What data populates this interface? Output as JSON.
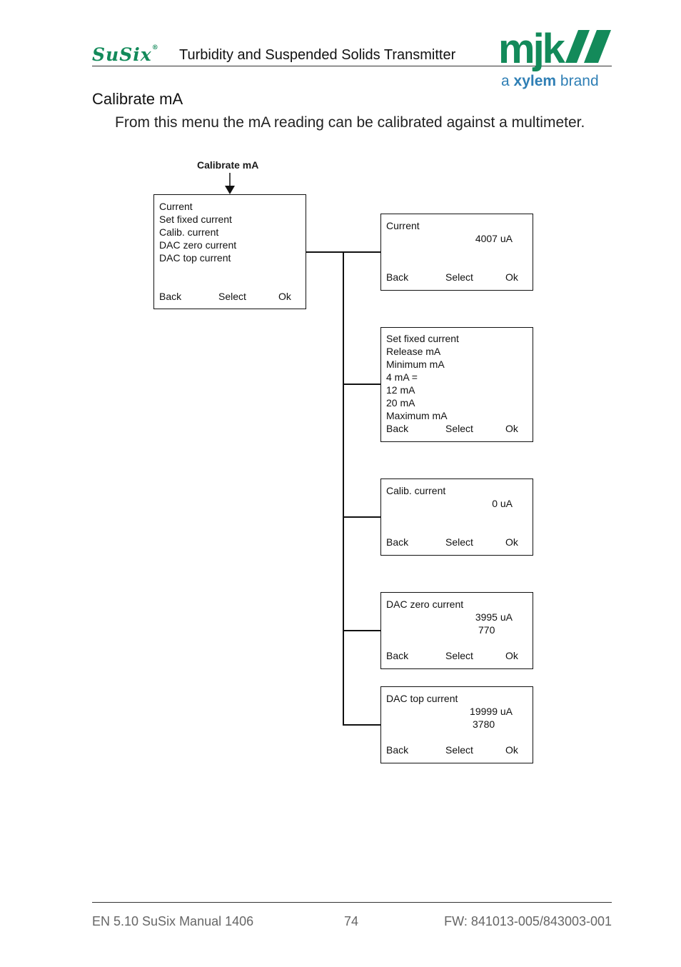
{
  "header": {
    "brand": "SuSix",
    "brand_reg": "®",
    "title": "Turbidity and Suspended Solids Transmitter",
    "logo_text": "mjk",
    "tagline_a": "a",
    "tagline_xylem": "xylem",
    "tagline_brand": "brand"
  },
  "section": {
    "title": "Calibrate mA",
    "intro": "From this menu the mA reading can be calibrated against a multimeter."
  },
  "diagram": {
    "entry_label": "Calibrate mA",
    "main_menu": {
      "lines": [
        "Current",
        "Set fixed current",
        "Calib. current",
        "DAC zero current",
        "DAC top current"
      ],
      "softkeys": [
        "Back",
        "Select",
        "Ok"
      ]
    },
    "screens": [
      {
        "title": "Current",
        "values": [
          "4007 uA"
        ],
        "softkeys": [
          "Back",
          "Select",
          "Ok"
        ]
      },
      {
        "title": "Set fixed current",
        "lines": [
          "Release mA",
          "Minimum mA",
          "4 mA =",
          "12 mA",
          "20 mA",
          "Maximum mA"
        ],
        "softkeys": [
          "Back",
          "Select",
          "Ok"
        ]
      },
      {
        "title": "Calib. current",
        "values": [
          "0 uA"
        ],
        "softkeys": [
          "Back",
          "Select",
          "Ok"
        ]
      },
      {
        "title": "DAC zero current",
        "values": [
          "3995 uA",
          "770"
        ],
        "softkeys": [
          "Back",
          "Select",
          "Ok"
        ]
      },
      {
        "title": "DAC top current",
        "values": [
          "19999 uA",
          "3780"
        ],
        "softkeys": [
          "Back",
          "Select",
          "Ok"
        ]
      }
    ]
  },
  "footer": {
    "left": "EN 5.10 SuSix Manual 1406",
    "page": "74",
    "right": "FW: 841013-005/843003-001"
  },
  "colors": {
    "brand_green": "#138a5a",
    "xylem_blue": "#2f7fb5"
  }
}
